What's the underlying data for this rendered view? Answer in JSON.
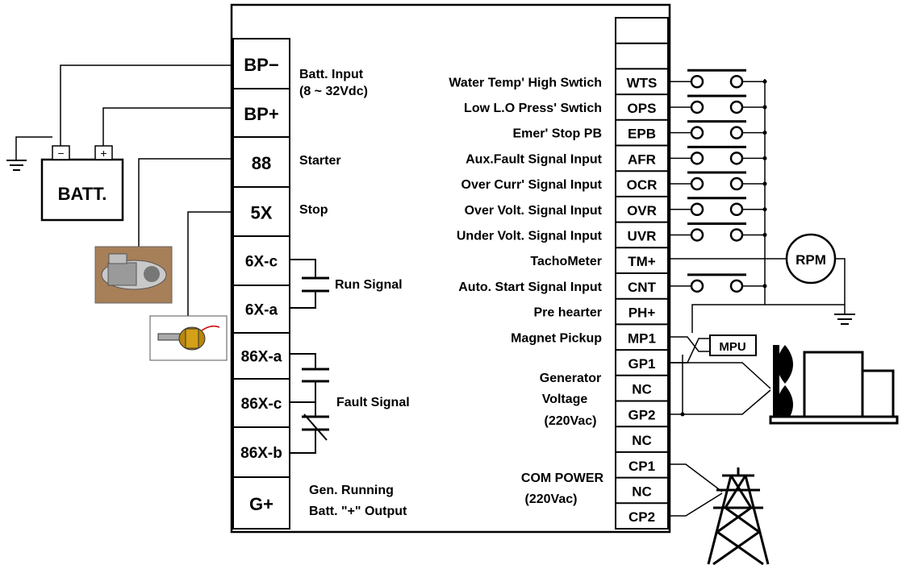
{
  "left_terminals": [
    "BP−",
    "BP+",
    "88",
    "5X",
    "6X-c",
    "6X-a",
    "86X-a",
    "86X-c",
    "86X-b",
    "G+"
  ],
  "left_labels": {
    "batt_input_1": "Batt. Input",
    "batt_input_2": "(8 ~ 32Vdc)",
    "starter": "Starter",
    "stop": "Stop",
    "run_signal": "Run Signal",
    "fault_signal": "Fault Signal",
    "gen_running_1": "Gen. Running",
    "gen_running_2": "Batt. \"+\" Output"
  },
  "battery": {
    "label": "BATT.",
    "minus": "−",
    "plus": "+"
  },
  "right_terminals": [
    "",
    "",
    "WTS",
    "OPS",
    "EPB",
    "AFR",
    "OCR",
    "OVR",
    "UVR",
    "TM+",
    "CNT",
    "PH+",
    "MP1",
    "GP1",
    "NC",
    "GP2",
    "NC",
    "CP1",
    "NC",
    "CP2"
  ],
  "right_labels": [
    "Water Temp' High Swtich",
    "Low L.O Press' Swtich",
    "Emer' Stop PB",
    "Aux.Fault Signal Input",
    "Over Curr' Signal Input",
    "Over Volt. Signal Input",
    "Under Volt. Signal Input",
    "TachoMeter",
    "Auto. Start Signal Input",
    "Pre hearter",
    "Magnet Pickup"
  ],
  "gen_voltage": [
    "Generator",
    "Voltage",
    "(220Vac)"
  ],
  "com_power": [
    "COM POWER",
    "(220Vac)"
  ],
  "rpm_label": "RPM",
  "mpu_label": "MPU"
}
